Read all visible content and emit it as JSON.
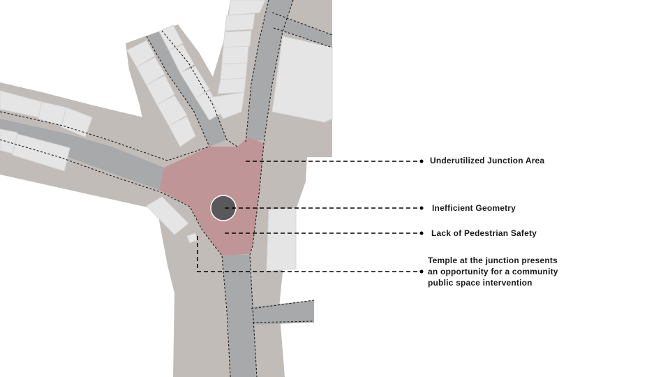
{
  "annotations": {
    "junction": "Underutilized Junction Area",
    "geometry": "Inefficient Geometry",
    "pedestrian": "Lack of Pedestrian Safety",
    "temple_line1": "Temple at the junction presents",
    "temple_line2": "an opportunity for a community",
    "temple_line3": "public space intervention"
  },
  "colors": {
    "ground": "#c2bcb8",
    "road": "#a7a9ab",
    "building": "#e5e5e5",
    "junction": "#c09598",
    "temple": "#595959",
    "leader": "#000000"
  }
}
